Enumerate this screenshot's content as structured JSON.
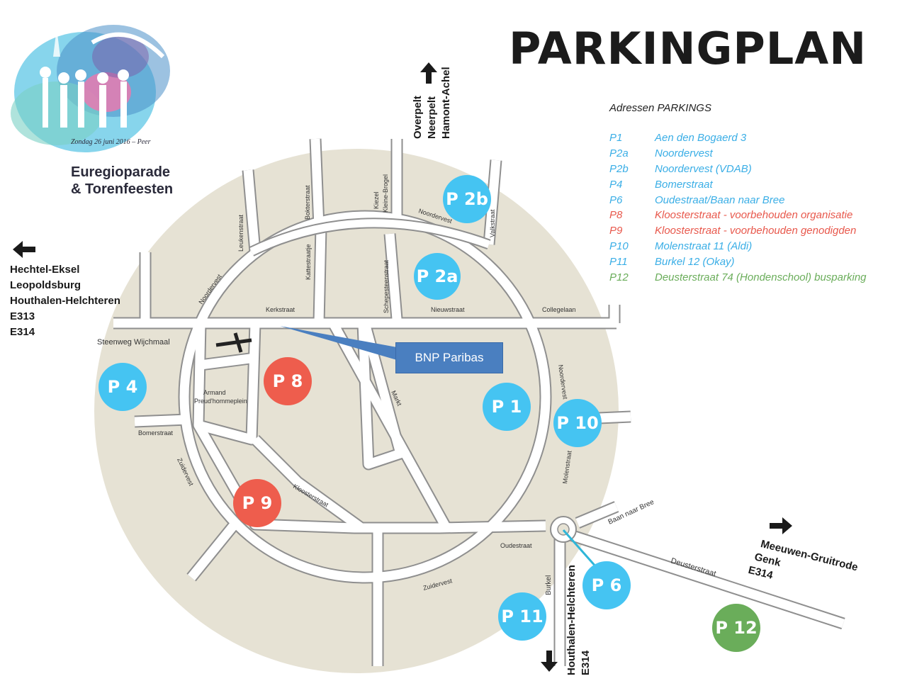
{
  "title": "PARKINGPLAN",
  "logo": {
    "date": "Zondag 26 juni 2016 – Peer",
    "line1": "Euregioparade",
    "line2": "& Torenfeesten"
  },
  "legend": {
    "heading": "Adressen PARKINGS",
    "items": [
      {
        "code": "P1",
        "address": "Aen den Bogaerd 3",
        "color": "#3aaee6"
      },
      {
        "code": "P2a",
        "address": "Noordervest",
        "color": "#3aaee6"
      },
      {
        "code": "P2b",
        "address": "Noordervest (VDAB)",
        "color": "#3aaee6"
      },
      {
        "code": "P4",
        "address": "Bomerstraat",
        "color": "#3aaee6"
      },
      {
        "code": "P6",
        "address": "Oudestraat/Baan naar Bree",
        "color": "#3aaee6"
      },
      {
        "code": "P8",
        "address": "Kloosterstraat - voorbehouden organisatie",
        "color": "#e8584c"
      },
      {
        "code": "P9",
        "address": "Kloosterstraat - voorbehouden genodigden",
        "color": "#e8584c"
      },
      {
        "code": "P10",
        "address": "Molenstraat 11 (Aldi)",
        "color": "#3aaee6"
      },
      {
        "code": "P11",
        "address": "Burkel 12 (Okay)",
        "color": "#3aaee6"
      },
      {
        "code": "P12",
        "address": "Deusterstraat 74 (Hondenschool) busparking",
        "color": "#6aad5a"
      }
    ]
  },
  "directions": {
    "north": [
      "Overpelt",
      "Neerpelt",
      "Hamont-Achel"
    ],
    "west": [
      "Hechtel-Eksel",
      "Leopoldsburg",
      "Houthalen-Helchteren",
      "E313",
      "E314"
    ],
    "east": [
      "Meeuwen-Gruitrode",
      "Genk",
      "E314"
    ],
    "south": [
      "Houthalen-Helchteren",
      "E314"
    ]
  },
  "bank": "BNP Paribas",
  "markers": [
    {
      "label": "P 2b",
      "color": "#45c4f2"
    },
    {
      "label": "P 2a",
      "color": "#45c4f2"
    },
    {
      "label": "P 4",
      "color": "#45c4f2"
    },
    {
      "label": "P 8",
      "color": "#ee5d4d"
    },
    {
      "label": "P 1",
      "color": "#45c4f2"
    },
    {
      "label": "P 10",
      "color": "#45c4f2"
    },
    {
      "label": "P 9",
      "color": "#ee5d4d"
    },
    {
      "label": "P 6",
      "color": "#45c4f2"
    },
    {
      "label": "P 11",
      "color": "#45c4f2"
    },
    {
      "label": "P 12",
      "color": "#6aad5a"
    }
  ],
  "streets": {
    "leukenstraat": "Leukenstraat",
    "bokterstraat": "Bokterstraat",
    "kiezel": "Kiezel",
    "kleine_brogel": "Kleine-Brogel",
    "noordervest_top": "Noordervest",
    "valkstraat": "Valkstraat",
    "noordervest_left": "Noordervest",
    "kattestraatje": "Kattestraatje",
    "schepenensteenstraat": "Schepesteenstraat",
    "kerkstraat": "Kerkstraat",
    "nieuwstraat": "Nieuwstraat",
    "collegelaan": "Collegelaan",
    "steenweg": "Steenweg Wijchmaal",
    "armand1": "Armand",
    "armand2": "Preud'hommeplein",
    "markt": "Markt",
    "noordervest_right": "Noordervest",
    "bomerstraat": "Bomerstraat",
    "zuidervest_left": "Zuidervest",
    "molenstraat": "Molenstraat",
    "kloosterstraat": "Kloosterstraat",
    "baan_naar_bree": "Baan naar Bree",
    "oudestraat": "Oudestraat",
    "deusterstraat": "Deusterstraat",
    "burkel": "Burkel",
    "zuidervest_bottom": "Zuidervest"
  }
}
